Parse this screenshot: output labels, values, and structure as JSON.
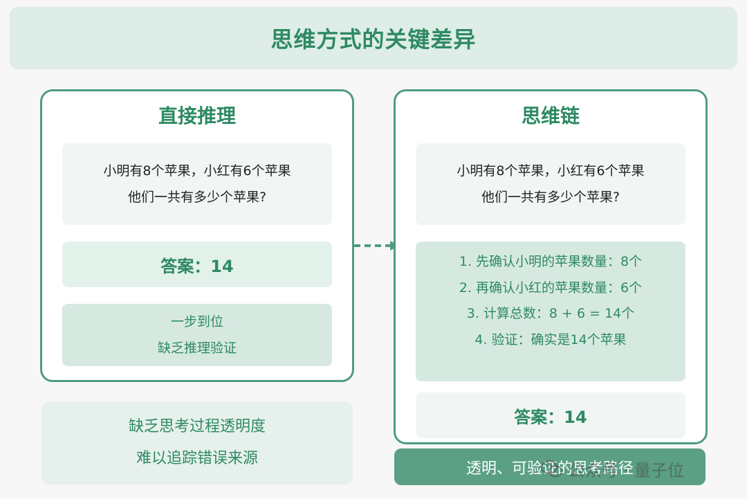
{
  "title": "思维方式的关键差异",
  "left_panel": {
    "title": "直接推理",
    "question": [
      "小明有8个苹果，小红有6个苹果",
      "他们一共有多少个苹果?"
    ],
    "answer": "答案：14",
    "notes": [
      "一步到位",
      "缺乏推理验证"
    ]
  },
  "right_panel": {
    "title": "思维链",
    "question": [
      "小明有8个苹果，小红有6个苹果",
      "他们一共有多少个苹果?"
    ],
    "steps": [
      "1. 先确认小明的苹果数量：8个",
      "2. 再确认小红的苹果数量：6个",
      "3. 计算总数：8 + 6 = 14个",
      "4. 验证：确实是14个苹果"
    ],
    "answer": "答案：14"
  },
  "bottom_left": [
    "缺乏思考过程透明度",
    "难以追踪错误来源"
  ],
  "bottom_right": "透明、可验证的思考路径",
  "watermark": {
    "text": "公众号 · 量子位",
    "icon": "wechat-icon"
  },
  "colors": {
    "accent": "#2e8a63",
    "border": "#4f9c7e",
    "title_bg": "#deede7",
    "footer_bg": "#5b9f85"
  }
}
